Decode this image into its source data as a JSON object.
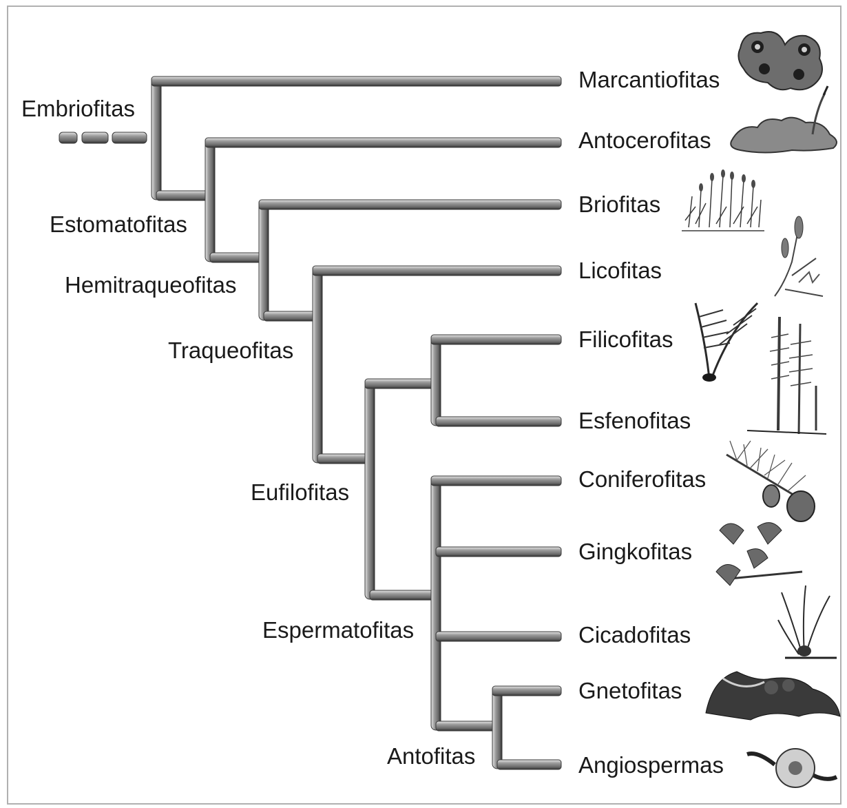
{
  "tree": {
    "taxa": [
      {
        "key": "marcantiofitas",
        "label": "Marcantiofitas",
        "illustration": "liverwort-illustration"
      },
      {
        "key": "antocerofitas",
        "label": "Antocerofitas",
        "illustration": "hornwort-illustration"
      },
      {
        "key": "briofitas",
        "label": "Briofitas",
        "illustration": "moss-illustration"
      },
      {
        "key": "licofitas",
        "label": "Licofitas",
        "illustration": "clubmoss-illustration"
      },
      {
        "key": "filicofitas",
        "label": "Filicofitas",
        "illustration": "fern-illustration"
      },
      {
        "key": "esfenofitas",
        "label": "Esfenofitas",
        "illustration": "horsetail-illustration"
      },
      {
        "key": "coniferofitas",
        "label": "Coniferofitas",
        "illustration": "pine-branch-illustration"
      },
      {
        "key": "gingkofitas",
        "label": "Gingkofitas",
        "illustration": "ginkgo-leaf-illustration"
      },
      {
        "key": "cicadofitas",
        "label": "Cicadofitas",
        "illustration": "cycad-illustration"
      },
      {
        "key": "gnetofitas",
        "label": "Gnetofitas",
        "illustration": "welwitschia-illustration"
      },
      {
        "key": "angiospermas",
        "label": "Angiospermas",
        "illustration": "flower-illustration"
      }
    ],
    "clades": [
      {
        "key": "embriofitas",
        "label": "Embriofitas"
      },
      {
        "key": "estomatofitas",
        "label": "Estomatofitas"
      },
      {
        "key": "hemitraqueofitas",
        "label": "Hemitraqueofitas"
      },
      {
        "key": "traqueofitas",
        "label": "Traqueofitas"
      },
      {
        "key": "eufilofitas",
        "label": "Eufilofitas"
      },
      {
        "key": "espermatofitas",
        "label": "Espermatofitas"
      },
      {
        "key": "antofitas",
        "label": "Antofitas"
      }
    ]
  },
  "colors": {
    "branch_fill": "#8a8a8a",
    "branch_highlight": "#d8d8d8",
    "branch_shadow": "#3c3c3c",
    "border": "#b0b0b0"
  }
}
